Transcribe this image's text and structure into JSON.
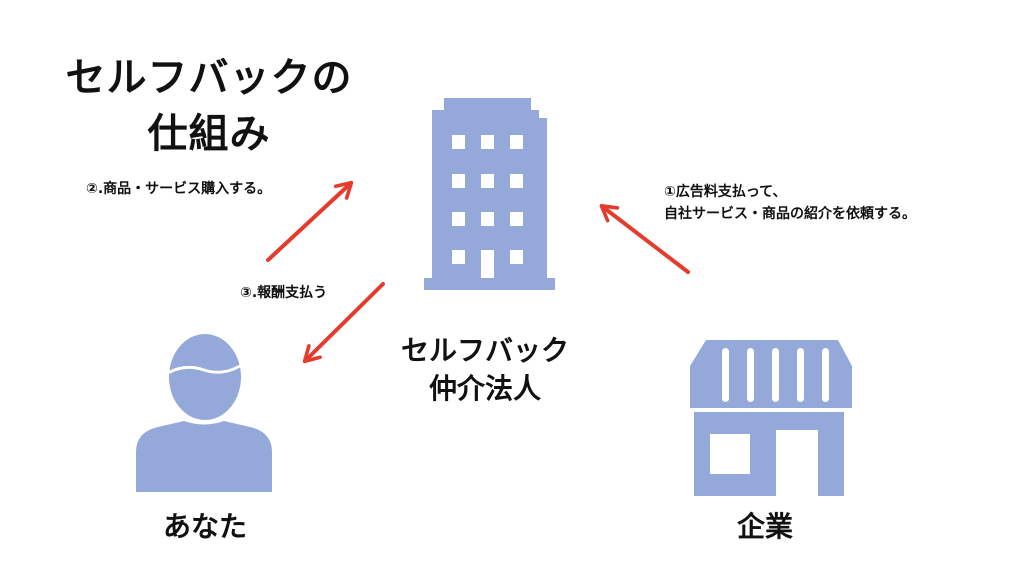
{
  "title": {
    "line1": "セルフバックの",
    "line2": "仕組み"
  },
  "steps": {
    "step2": "②.商品・サービス購入する。",
    "step3": "③.報酬支払う",
    "step1_line1": "①広告料支払って、",
    "step1_line2": "自社サービス・商品の紹介を依頼する。"
  },
  "nodes": {
    "corporation_line1": "セルフバック",
    "corporation_line2": "仲介法人",
    "you": "あなた",
    "company": "企業"
  },
  "icons": {
    "corporation": "office-building-icon",
    "you": "person-icon",
    "company": "storefront-icon"
  },
  "colors": {
    "icon": "#94a8d9",
    "arrow": "#e53b2c",
    "text": "#111111"
  }
}
